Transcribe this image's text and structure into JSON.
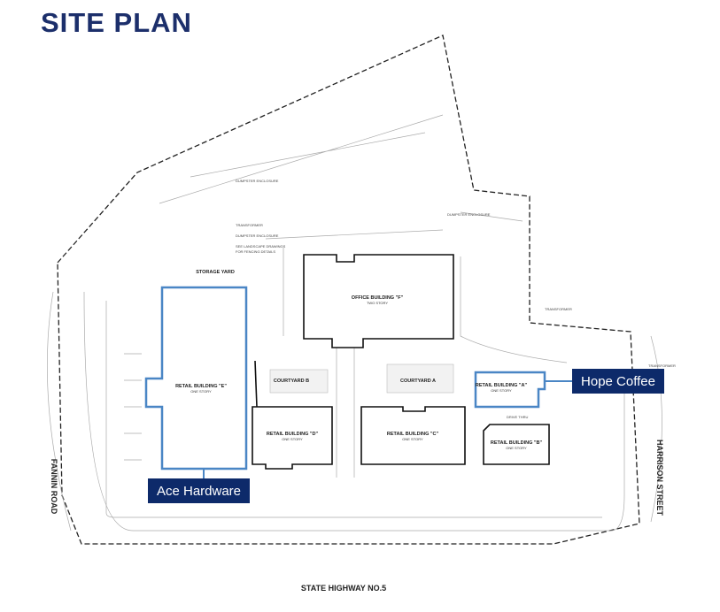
{
  "title": "SITE PLAN",
  "buildings": {
    "retail_e": {
      "name": "RETAIL BUILDING \"E\"",
      "stories": "ONE STORY"
    },
    "office_f": {
      "name": "OFFICE BUILDING \"F\"",
      "stories": "TWO STORY"
    },
    "retail_d": {
      "name": "RETAIL BUILDING \"D\"",
      "stories": "ONE STORY"
    },
    "retail_c": {
      "name": "RETAIL BUILDING \"C\"",
      "stories": "ONE STORY"
    },
    "retail_a": {
      "name": "RETAIL BUILDING \"A\"",
      "stories": "ONE STORY"
    },
    "retail_b": {
      "name": "RETAIL BUILDING \"B\"",
      "stories": "ONE STORY"
    }
  },
  "areas": {
    "courtyard_a": "COURTYARD A",
    "courtyard_b": "COURTYARD B",
    "storage_yard": "STORAGE YARD",
    "drive_thru": "DRIVE THRU"
  },
  "notes": {
    "dumpster1": "DUMPSTER ENCLOSURE",
    "transformer1": "TRANSFORMER",
    "dumpster2": "DUMPSTER ENCLOSURE",
    "landscape1": "SEE LANDSCAPE DRAWINGS",
    "landscape2": "FOR FENCING DETAILS",
    "dumpster3": "DUMPSTER ENCLOSURE",
    "transformer2": "TRANSFORMER",
    "transformer3": "TRANSFORMER"
  },
  "roads": {
    "west": "FANNIN ROAD",
    "east": "HARRISON STREET",
    "south": "STATE HIGHWAY NO.5"
  },
  "callouts": {
    "hope_coffee": "Hope Coffee",
    "ace_hardware": "Ace Hardware"
  },
  "colors": {
    "title": "#1c2f6b",
    "callout": "#0d2a6a",
    "highlight": "#4a86c5"
  }
}
